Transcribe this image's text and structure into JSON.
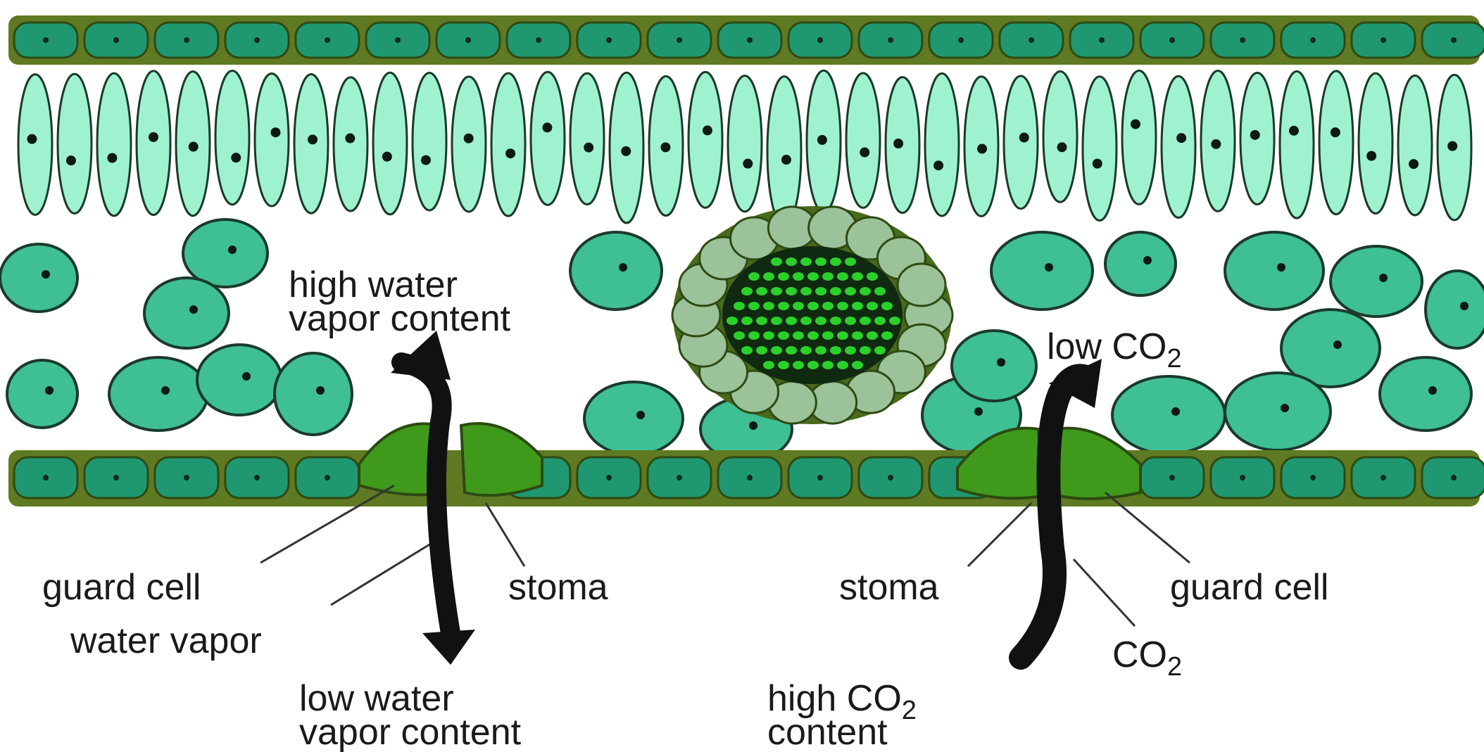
{
  "labels": {
    "high_water_line1": "high water",
    "high_water_line2": "vapor content",
    "low_co2_main": "low CO",
    "low_co2_sub": "2",
    "guard_cell_left": "guard cell",
    "stoma_left": "stoma",
    "water_vapor": "water vapor",
    "low_water_line1": "low water",
    "low_water_line2": "vapor content",
    "stoma_right": "stoma",
    "guard_cell_right": "guard cell",
    "co2_main": "CO",
    "co2_sub": "2",
    "high_co2_main": "high CO",
    "high_co2_sub": "2",
    "high_co2_line2": "content"
  },
  "colors": {
    "epidermis_fill": "#1f9872",
    "epidermis_border": "#5f7a22",
    "palisade_fill": "#9ff2d0",
    "spongy_fill": "#3fbf94",
    "guard_cell_fill": "#3f9a1c",
    "bundle_sheath": "#9cc29a",
    "xylem_dark": "#0f2a10",
    "phloem_green": "#2bd02b",
    "arrow": "#111111",
    "text": "#1a1a1a"
  }
}
